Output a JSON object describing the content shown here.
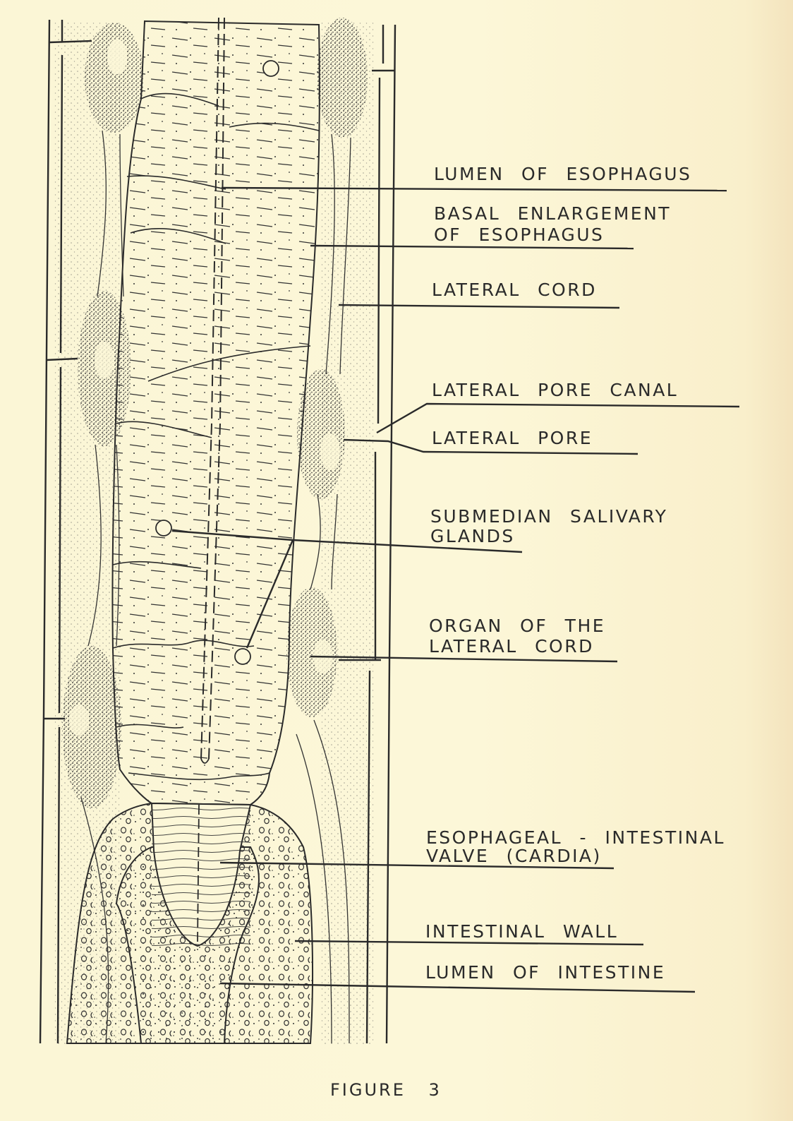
{
  "figure": {
    "caption": "FIGURE 3",
    "labels": [
      {
        "id": "lumen-of-esophagus",
        "lines": [
          "LUMEN OF ESOPHAGUS"
        ]
      },
      {
        "id": "basal-enlargement-of-esophagus",
        "lines": [
          "BASAL ENLARGEMENT",
          "OF ESOPHAGUS"
        ]
      },
      {
        "id": "lateral-cord",
        "lines": [
          "LATERAL CORD"
        ]
      },
      {
        "id": "lateral-pore-canal",
        "lines": [
          "LATERAL PORE CANAL"
        ]
      },
      {
        "id": "lateral-pore",
        "lines": [
          "LATERAL PORE"
        ]
      },
      {
        "id": "submedian-salivary-glands",
        "lines": [
          "SUBMEDIAN SALIVARY",
          "GLANDS"
        ]
      },
      {
        "id": "organ-of-the-lateral-cord",
        "lines": [
          "ORGAN OF THE",
          "LATERAL CORD"
        ]
      },
      {
        "id": "esophageal-intestinal-valve",
        "lines": [
          "ESOPHAGEAL - INTESTINAL",
          "VALVE (CARDIA)"
        ]
      },
      {
        "id": "intestinal-wall",
        "lines": [
          "INTESTINAL WALL"
        ]
      },
      {
        "id": "lumen-of-intestine",
        "lines": [
          "LUMEN OF INTESTINE"
        ]
      }
    ]
  },
  "colors": {
    "ink": "#2a2a2a",
    "paper": "#fcf7d8",
    "stipple": "#3a3a3a"
  }
}
